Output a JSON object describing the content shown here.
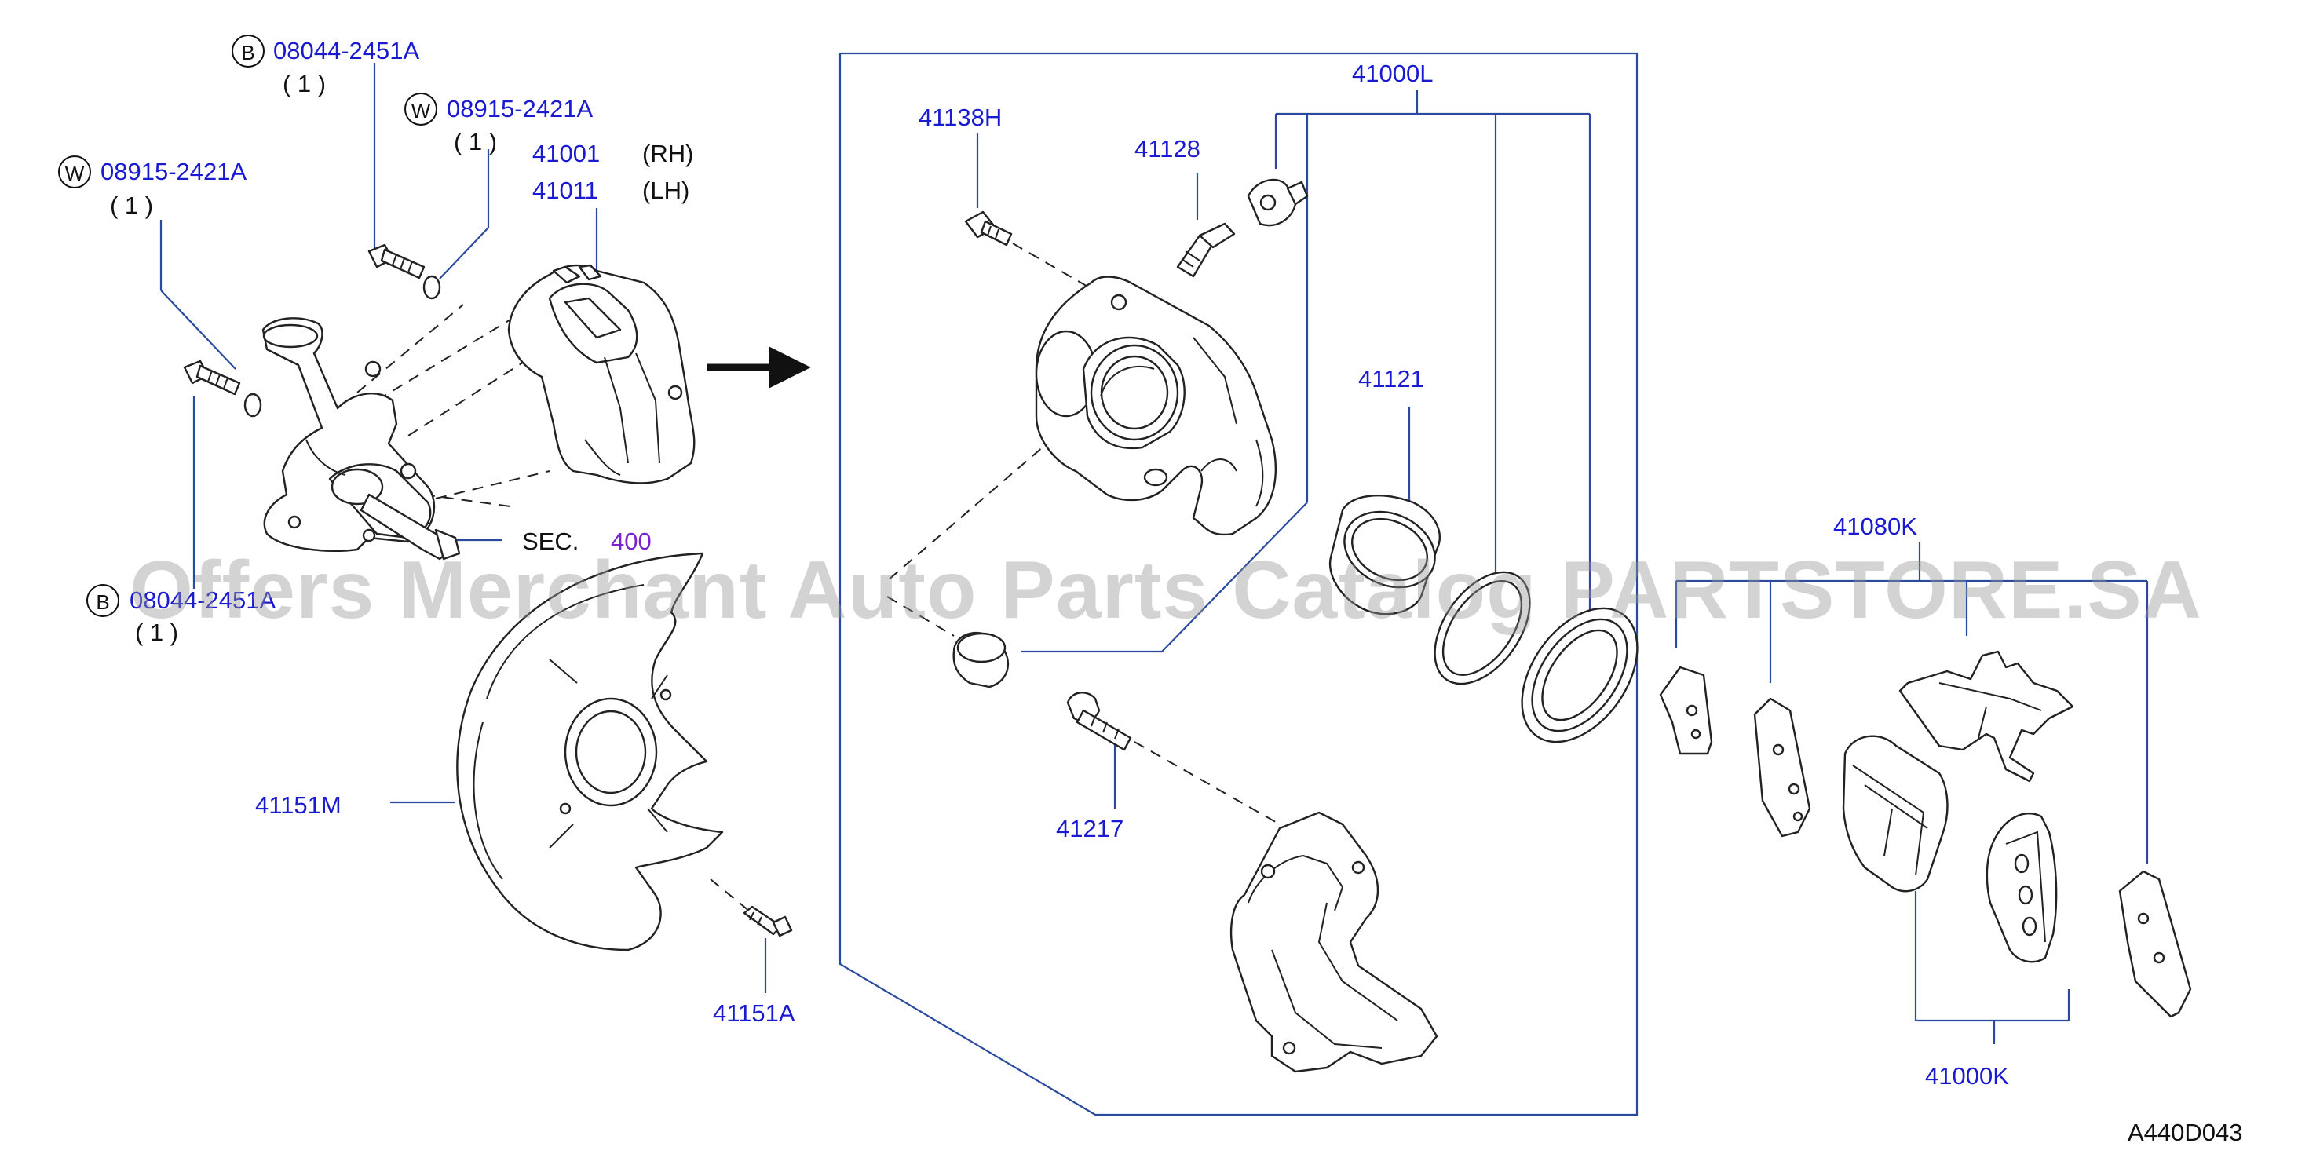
{
  "left_group": {
    "b_top": {
      "marker": "B",
      "code": "08044-2451A",
      "qty": "( 1 )"
    },
    "w_mid": {
      "marker": "W",
      "code": "08915-2421A",
      "qty": "( 1 )"
    },
    "w_left": {
      "marker": "W",
      "code": "08915-2421A",
      "qty": "( 1 )"
    },
    "b_low": {
      "marker": "B",
      "code": "08044-2451A",
      "qty": "( 1 )"
    },
    "caliper_rh": {
      "code": "41001",
      "side": "(RH)"
    },
    "caliper_lh": {
      "code": "41011",
      "side": "(LH)"
    },
    "sec": {
      "prefix": "SEC.",
      "number": "400"
    },
    "dust_shield": "41151M",
    "shield_bolt": "41151A"
  },
  "box_group": {
    "kit": "41000L",
    "bleeder_bolt": "41138H",
    "bleeder": "41128",
    "piston": "41121",
    "pin": "41217"
  },
  "pad_group": {
    "hardware_kit": "41080K",
    "pad_kit": "41000K"
  },
  "diagram_code": "A440D043",
  "watermark": "Offers Merchant Auto Parts Catalog PARTSTORE.SA",
  "colors": {
    "label": "#1a1ad0",
    "leader": "#2a4aa0",
    "section": "#7a22cc",
    "text": "#111111"
  }
}
